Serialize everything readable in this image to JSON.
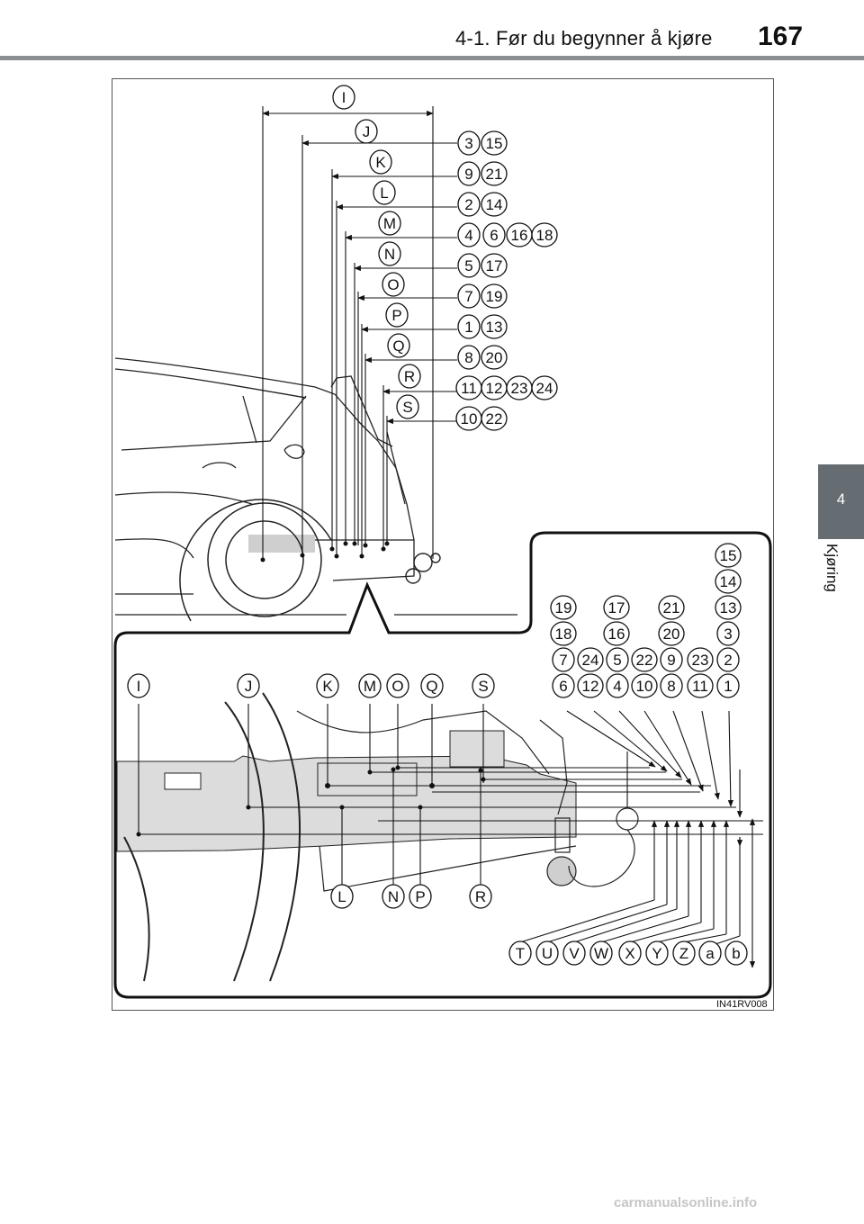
{
  "header": {
    "section_title": "4-1. Før du begynner å kjøre",
    "page_number": "167"
  },
  "side_tab": {
    "chapter_number": "4",
    "chapter_title": "Kjøring"
  },
  "figure": {
    "code": "IN41RV008",
    "upper_dimensions": [
      {
        "letter": "I",
        "numbers": []
      },
      {
        "letter": "J",
        "numbers": [
          "3",
          "15"
        ]
      },
      {
        "letter": "K",
        "numbers": [
          "9",
          "21"
        ]
      },
      {
        "letter": "L",
        "numbers": [
          "2",
          "14"
        ]
      },
      {
        "letter": "M",
        "numbers": [
          "4",
          "6",
          "16",
          "18"
        ]
      },
      {
        "letter": "N",
        "numbers": [
          "5",
          "17"
        ]
      },
      {
        "letter": "O",
        "numbers": [
          "7",
          "19"
        ]
      },
      {
        "letter": "P",
        "numbers": [
          "1",
          "13"
        ]
      },
      {
        "letter": "Q",
        "numbers": [
          "8",
          "20"
        ]
      },
      {
        "letter": "R",
        "numbers": [
          "11",
          "12",
          "23",
          "24"
        ]
      },
      {
        "letter": "S",
        "numbers": [
          "10",
          "22"
        ]
      }
    ],
    "detail_number_rows": [
      [
        "15"
      ],
      [
        "14"
      ],
      [
        "19",
        "17",
        "21",
        "13"
      ],
      [
        "18",
        "16",
        "20",
        "3"
      ],
      [
        "7",
        "24",
        "5",
        "22",
        "9",
        "23",
        "2"
      ],
      [
        "6",
        "12",
        "4",
        "10",
        "8",
        "11",
        "1"
      ]
    ],
    "detail_top_letters": [
      "I",
      "J",
      "K",
      "M",
      "O",
      "Q",
      "S"
    ],
    "detail_bottom_letters": [
      "L",
      "N",
      "P",
      "R"
    ],
    "detail_height_letters": [
      "T",
      "U",
      "V",
      "W",
      "X",
      "Y",
      "Z",
      "a",
      "b"
    ]
  },
  "footer": {
    "watermark": "carmanualsonline.info"
  }
}
